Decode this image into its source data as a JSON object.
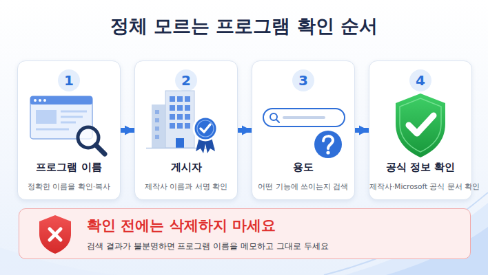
{
  "diagram": {
    "title": "정체 모르는 프로그램 확인 순서",
    "nodes": [
      {
        "text": [
          "1",
          "프로그램 이름",
          "정확한 이름을 확인·복사"
        ]
      },
      {
        "text": [
          "2",
          "게시자",
          "제작사 이름과 서명 확인"
        ]
      },
      {
        "text": [
          "3",
          "용도",
          "어떤 기능에 쓰이는지 검색"
        ]
      },
      {
        "text": [
          "4",
          "공식 정보 확인",
          "제작사·Microsoft 공식 문서 확인"
        ]
      },
      {
        "text": [
          "확인 전에는 삭제하지 마세요",
          "검색 결과가 불분명하면 프로그램 이름을 메모하고 그대로 두세요"
        ]
      }
    ],
    "edges": [
      {
        "from": 0,
        "to": 1,
        "arrow": "to"
      },
      {
        "from": 1,
        "to": 2,
        "arrow": "to"
      },
      {
        "from": 2,
        "to": 3,
        "arrow": "to"
      }
    ]
  }
}
